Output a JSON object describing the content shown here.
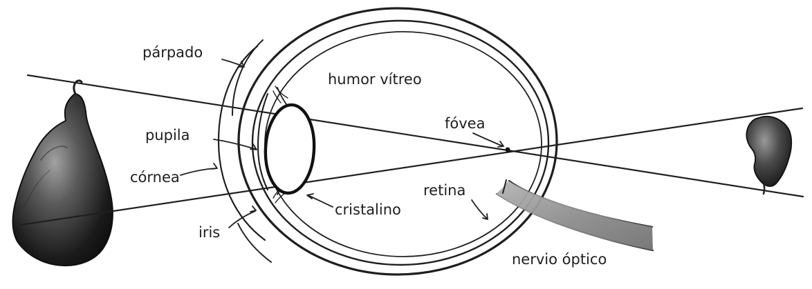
{
  "labels": {
    "eyelid": "párpado",
    "vitreous": "humor vítreo",
    "pupil": "pupila",
    "cornea": "córnea",
    "iris": "iris",
    "lens": "cristalino",
    "fovea": "fóvea",
    "retina": "retina",
    "optic_nerve": "nervio óptico"
  },
  "colors": {
    "line": "#1f1f1f",
    "background": "#ffffff",
    "pear_dark": "#2f2f2f",
    "pear_mid": "#6b6b6b",
    "nerve": "#8f8f8f"
  }
}
